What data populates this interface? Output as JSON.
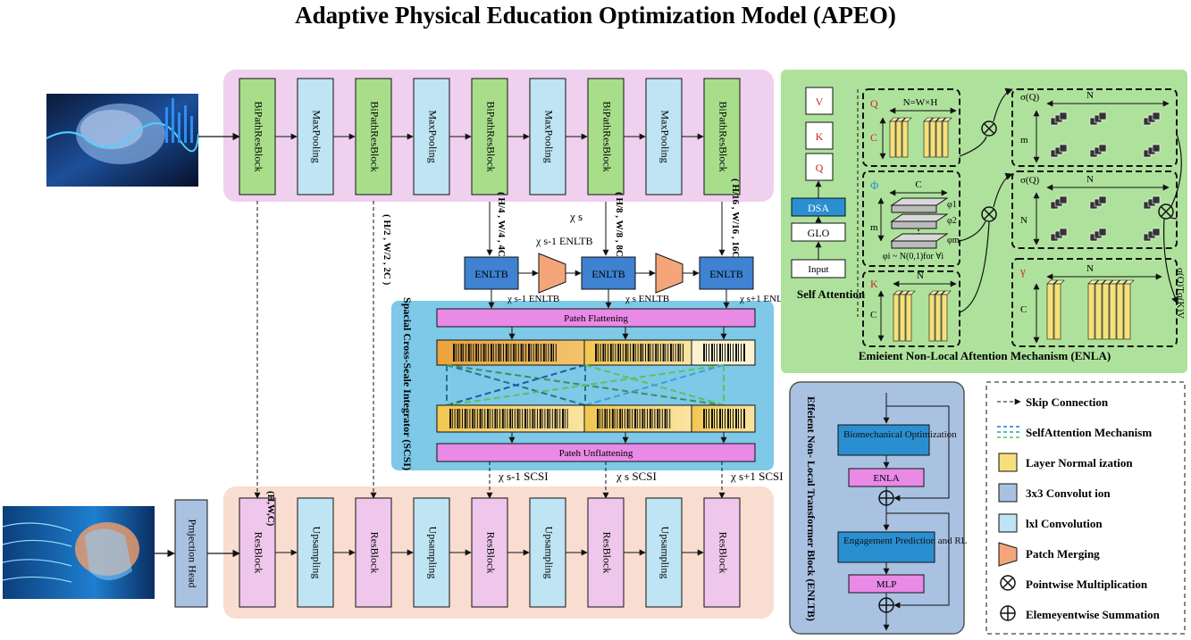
{
  "title": "Adaptive Physical Education Optimization Model (APEO)",
  "encoder": {
    "blocks": [
      "BiPathResBlock",
      "MaxPooling",
      "BiPathResBlock",
      "MaxPooling",
      "BiPathResBlock",
      "MaxPooling",
      "BiPathResBlock",
      "MaxPooling",
      "BiPathResBlock"
    ],
    "dims": [
      "( H/2 , W/2 , 2C )",
      "( H/4 , W/4 , 4C)",
      "( H/8 , W/8 , 8C)",
      "( H/16 , W/16 , 16C)"
    ],
    "chi_s": "χ s"
  },
  "enltb_row": {
    "labels": [
      "ENLTB",
      "ENLTB",
      "ENLTB"
    ],
    "chi_top": "χ s-1 ENLTB",
    "chi_bottom": [
      "χ s-1 ENLTB",
      "χ s ENLTB",
      "χ s+1 ENLTB"
    ]
  },
  "scsi": {
    "name": "Spacial Cross-Seale Integrator (SCSI)",
    "flatten": "Pateh Flattening",
    "unflatten": "Pateh Unflattening",
    "chi": [
      "χ s-1 SCSI",
      "χ s SCSI",
      "χ s+1 SCSI"
    ]
  },
  "decoder": {
    "projection": "Pmjection Head",
    "blocks": [
      "ResBlock",
      "Upsampling",
      "ResBlock",
      "Upsampling",
      "ResBlock",
      "Upsampling",
      "ResBlock",
      "Upsampling",
      "ResBlock"
    ],
    "dim": "(H,W,C)"
  },
  "enla": {
    "caption": "Emieient Non-Local Aftention Mechanism (ENLA)",
    "stack": [
      "V",
      "K",
      "Q",
      "DSA",
      "GLO",
      "Input"
    ],
    "self_attention": "Self Attention",
    "q_label": "Q",
    "c_label": "C",
    "n_eq": "N=W×H",
    "phi_label": "Φ",
    "phis": [
      "φ1",
      "φ2",
      "φm"
    ],
    "phi_dist": "φi ~ N(0,1)for ∀i",
    "m_label": "m",
    "k_label": "K",
    "n_label": "N",
    "sigma_q": "σ(Q)",
    "gamma": "γ",
    "side_formula": "σ(Q)Tσ(K)V"
  },
  "enltb_block": {
    "title": "Effeient Non- Local Transformer Block (ENLTB)",
    "biomech": "Biomechanical Optimization",
    "enla": "ENLA",
    "engage": "Engagement Prediction and RL",
    "mlp": "MLP"
  },
  "legend": [
    {
      "label": "Skip Connection",
      "icon": "dashed-arrow-icon"
    },
    {
      "label": "SelfAttention Mechanism",
      "icon": "colored-dashed-arrows-icon"
    },
    {
      "label": "Layer Normal ization",
      "icon": "yellow-square-icon"
    },
    {
      "label": "3x3 Convolut ion",
      "icon": "blue-square-icon"
    },
    {
      "label": "lxl Convolution",
      "icon": "lightblue-square-icon"
    },
    {
      "label": "Patch Merging",
      "icon": "orange-trapezoid-icon"
    },
    {
      "label": "Pointwise Multiplication",
      "icon": "circle-times-icon"
    },
    {
      "label": "Elemeyentwise Summation",
      "icon": "circle-plus-icon"
    }
  ],
  "colors": {
    "encoder_bg": "#efd0ee",
    "decoder_bg": "#f9ddd0",
    "green_block": "#a8de8a",
    "blue_block": "#bfe4f3",
    "pink_block": "#efc6ec",
    "enltb": "#3e82d1",
    "scsi_bg": "#7ec8e8",
    "enla_bg": "#aee29c",
    "enltb_block_bg": "#a9c2e2"
  }
}
